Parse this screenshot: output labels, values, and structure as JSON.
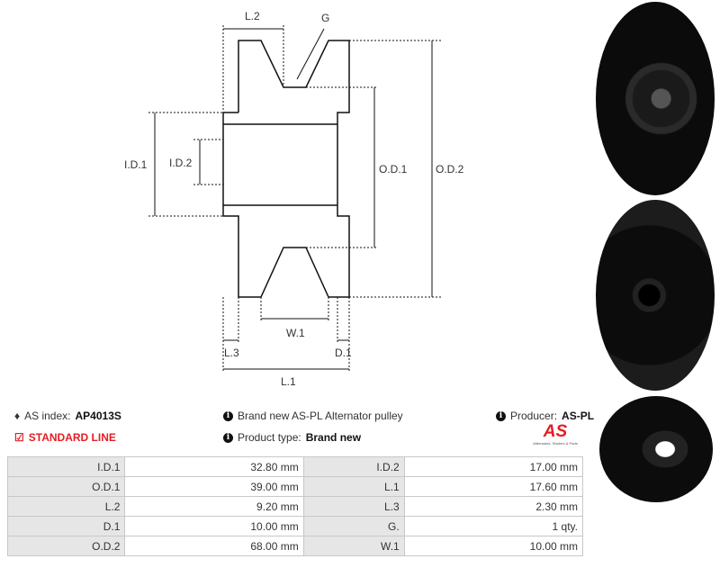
{
  "diagram": {
    "labels": {
      "l2": "L.2",
      "g": "G",
      "id1": "I.D.1",
      "id2": "I.D.2",
      "od1": "O.D.1",
      "od2": "O.D.2",
      "w1": "W.1",
      "l3": "L.3",
      "d1": "D.1",
      "l1": "L.1"
    }
  },
  "info": {
    "as_index_label": "AS index:",
    "as_index_value": "AP4013S",
    "line": "STANDARD LINE",
    "description": "Brand new AS-PL Alternator pulley",
    "product_type_label": "Product type:",
    "product_type_value": "Brand new",
    "producer_label": "Producer:",
    "producer_value": "AS-PL",
    "logo_text": "AS",
    "logo_tagline": "Alternators, Starters & Parts"
  },
  "specs": [
    [
      {
        "k": "I.D.1",
        "v": "32.80 mm"
      },
      {
        "k": "I.D.2",
        "v": "17.00 mm"
      }
    ],
    [
      {
        "k": "O.D.1",
        "v": "39.00 mm"
      },
      {
        "k": "L.1",
        "v": "17.60 mm"
      }
    ],
    [
      {
        "k": "L.2",
        "v": "9.20 mm"
      },
      {
        "k": "L.3",
        "v": "2.30 mm"
      }
    ],
    [
      {
        "k": "D.1",
        "v": "10.00 mm"
      },
      {
        "k": "G.",
        "v": "1 qty."
      }
    ],
    [
      {
        "k": "O.D.2",
        "v": "68.00 mm"
      },
      {
        "k": "W.1",
        "v": "10.00 mm"
      }
    ]
  ],
  "colors": {
    "accent": "#e31e24",
    "photo": "#111111"
  }
}
